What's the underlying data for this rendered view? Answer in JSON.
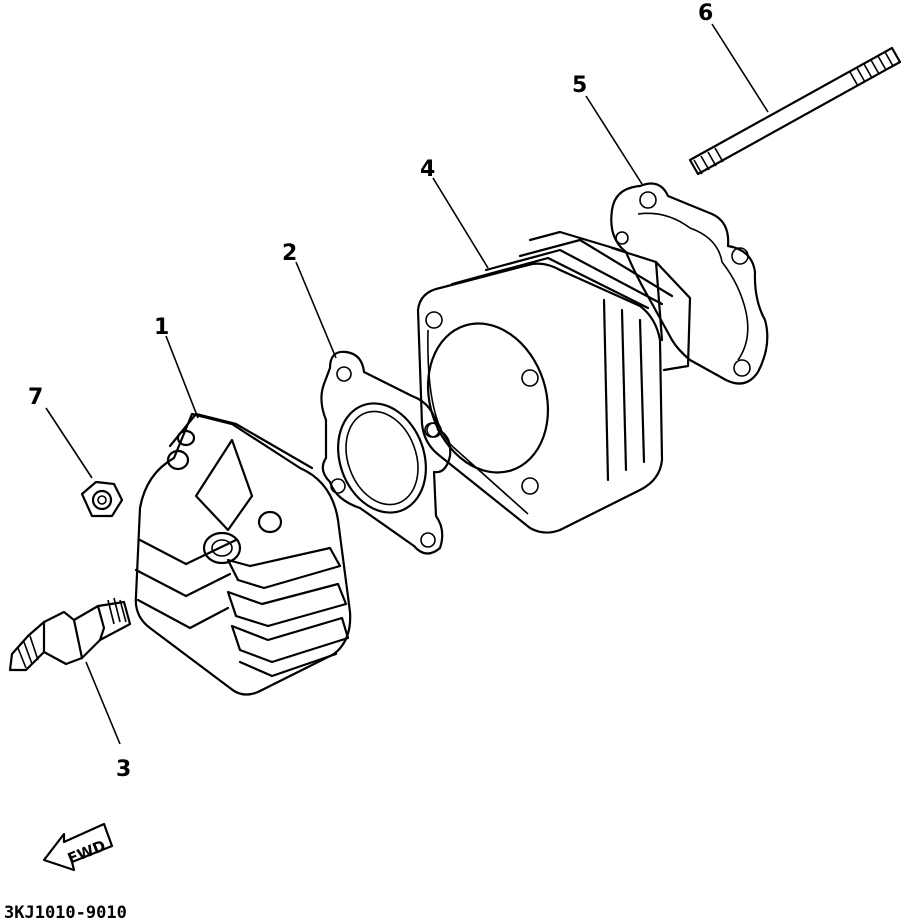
{
  "callouts": {
    "n1": "1",
    "n2": "2",
    "n3": "3",
    "n4": "4",
    "n5": "5",
    "n6": "6",
    "n7": "7"
  },
  "direction_label": "FWD",
  "diagram_code": "3KJ1010-9010"
}
